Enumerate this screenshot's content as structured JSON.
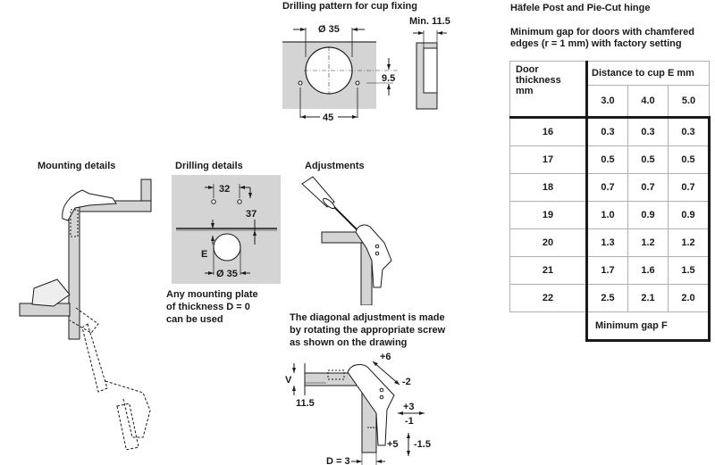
{
  "sections": {
    "cup_fixing": {
      "title": "Drilling pattern for cup fixing",
      "dim_diameter": "Ø 35",
      "dim_min": "Min. 11.5",
      "dim_offset": "9.5",
      "dim_spacing": "45"
    },
    "hinge_title": "Häfele Post and Pie-Cut hinge",
    "table_caption": "Minimum gap for doors with chamfered edges (r = 1 mm) with factory setting",
    "mounting": {
      "title": "Mounting details"
    },
    "drilling": {
      "title": "Drilling details",
      "dim_32": "32",
      "dim_37": "37",
      "dim_e": "E",
      "dim_diameter": "Ø 35",
      "note": "Any mounting plate of thickness D = 0 can be used"
    },
    "adjustments": {
      "title": "Adjustments",
      "note": "The diagonal adjustment is made by rotating the appropriate screw as shown on the drawing",
      "labels": {
        "plus6": "+6",
        "minus2": "-2",
        "plus3": "+3",
        "minus1": "-1",
        "plus5": "+5",
        "minus1_5": "-1.5",
        "v": "V",
        "dim_11_5": "11.5",
        "d3": "D = 3"
      }
    }
  },
  "gap_table": {
    "row_header": "Door thickness mm",
    "col_group_header": "Distance to cup E mm",
    "columns": [
      "3.0",
      "4.0",
      "5.0"
    ],
    "rows": [
      {
        "thickness": "16",
        "values": [
          "0.3",
          "0.3",
          "0.3"
        ]
      },
      {
        "thickness": "17",
        "values": [
          "0.5",
          "0.5",
          "0.5"
        ]
      },
      {
        "thickness": "18",
        "values": [
          "0.7",
          "0.7",
          "0.7"
        ]
      },
      {
        "thickness": "19",
        "values": [
          "1.0",
          "0.9",
          "0.9"
        ]
      },
      {
        "thickness": "20",
        "values": [
          "1.3",
          "1.2",
          "1.2"
        ]
      },
      {
        "thickness": "21",
        "values": [
          "1.7",
          "1.6",
          "1.5"
        ]
      },
      {
        "thickness": "22",
        "values": [
          "2.5",
          "2.1",
          "2.0"
        ]
      }
    ],
    "footer": "Minimum gap F"
  },
  "colors": {
    "panel_gray": "#d4d4d4",
    "line": "#1a1a1a"
  }
}
